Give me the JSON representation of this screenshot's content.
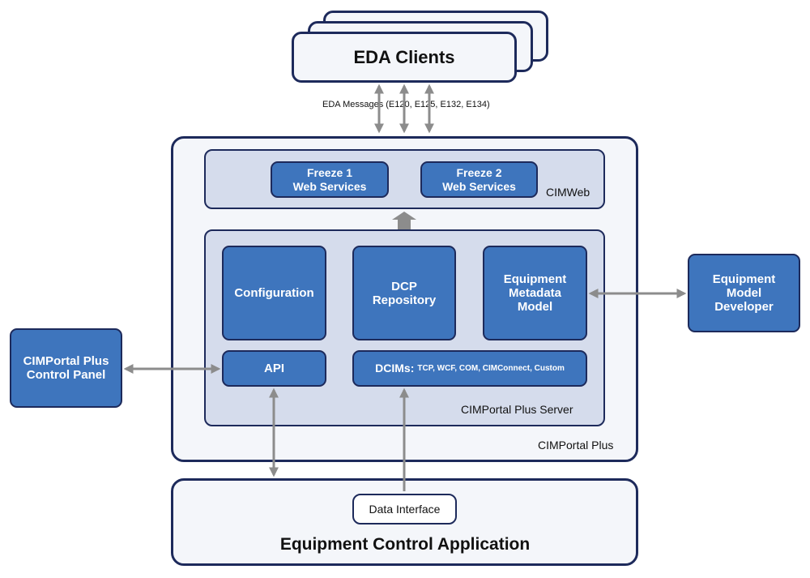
{
  "colors": {
    "navy": "#1d2a5b",
    "block_blue": "#3e75bd",
    "panel_light": "#f4f6fa",
    "panel_mid": "#d5dcec",
    "arrow_gray": "#8c8c8c"
  },
  "eda_clients": {
    "label": "EDA Clients"
  },
  "eda_messages": {
    "label": "EDA Messages (E120, E125, E132, E134)"
  },
  "cimportal_plus": {
    "label": "CIMPortal Plus"
  },
  "cimweb": {
    "label": "CIMWeb",
    "freeze1": "Freeze 1\nWeb Services",
    "freeze2": "Freeze 2\nWeb Services"
  },
  "server": {
    "label": "CIMPortal Plus Server",
    "configuration": "Configuration",
    "dcp_repository": "DCP\nRepository",
    "equipment_metadata_model": "Equipment\nMetadata\nModel",
    "api": "API",
    "dcims_label": "DCIMs:",
    "dcims_list": "TCP, WCF, COM, CIMConnect, Custom"
  },
  "control_panel": {
    "label": "CIMPortal Plus\nControl Panel"
  },
  "model_developer": {
    "label": "Equipment\nModel\nDeveloper"
  },
  "equipment_app": {
    "label": "Equipment Control Application",
    "data_interface": "Data Interface"
  }
}
